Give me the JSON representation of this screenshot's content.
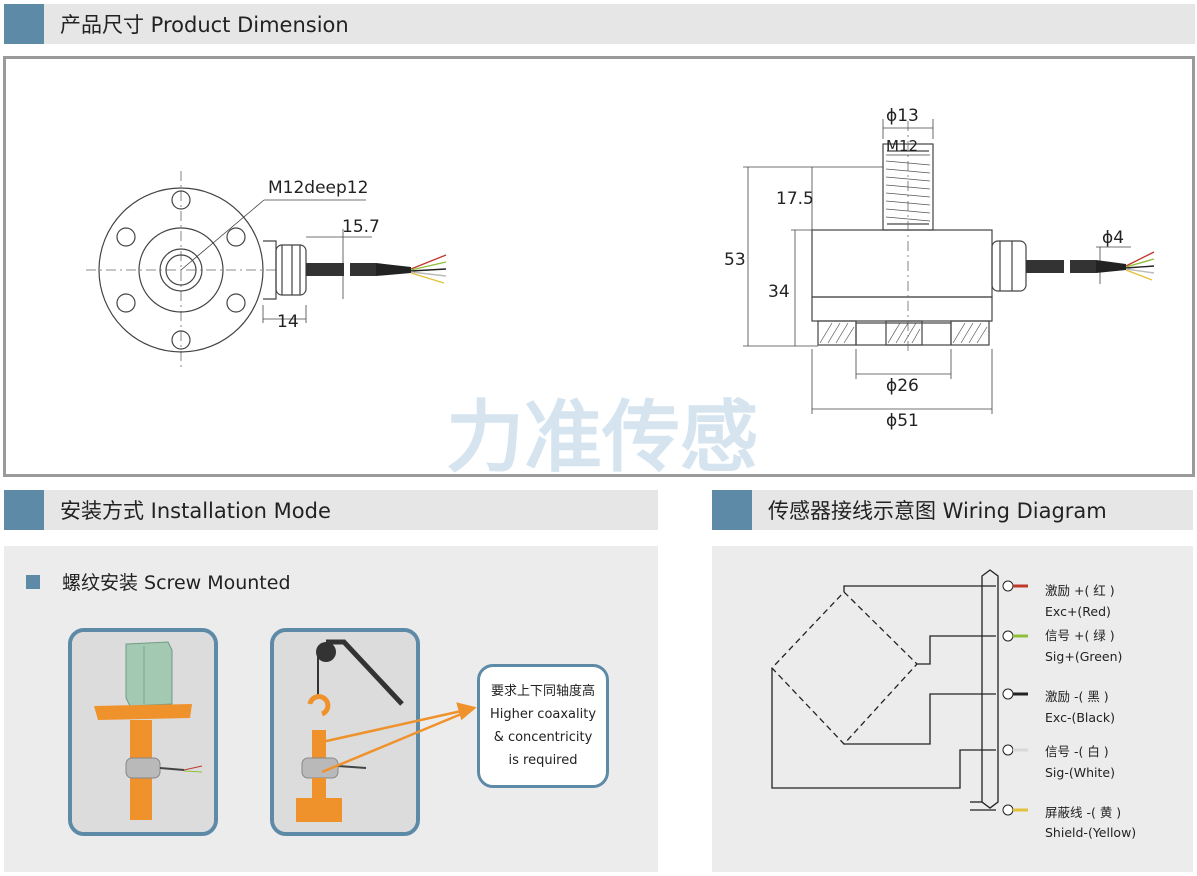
{
  "sections": {
    "dimension": "产品尺寸 Product Dimension",
    "installation": "安装方式 Installation Mode",
    "wiring": "传感器接线示意图 Wiring Diagram"
  },
  "dimension_labels": {
    "thread": "M12deep12",
    "cable_gland_len": "15.7",
    "gland_offset": "14",
    "stud_dia": "ϕ13",
    "stud_thread": "M12",
    "stud_height": "17.5",
    "total_height": "53",
    "body_height": "34",
    "cable_dia": "ϕ4",
    "base_dia": "ϕ26",
    "body_dia": "ϕ51"
  },
  "watermark": "力准传感",
  "installation": {
    "mode": "螺纹安装 Screw Mounted",
    "note": [
      "要求上下同轴度高",
      "Higher coaxality",
      "& concentricity",
      "is required"
    ]
  },
  "wiring": [
    {
      "cn": "激励 +( 红 )",
      "en": "Exc+(Red)",
      "color": "#c0392b"
    },
    {
      "cn": "信号 +( 绿 )",
      "en": "Sig+(Green)",
      "color": "#8fbf3a"
    },
    {
      "cn": "激励 -( 黑 )",
      "en": "Exc-(Black)",
      "color": "#222222"
    },
    {
      "cn": "信号 -( 白 )",
      "en": "Sig-(White)",
      "color": "#d8d8d8"
    },
    {
      "cn": "屏蔽线 -( 黄 )",
      "en": "Shield-(Yellow)",
      "color": "#e2c23a"
    }
  ],
  "colors": {
    "accent": "#5d8aa6",
    "orange": "#f0922b",
    "watermark": "#d6e4f0"
  }
}
